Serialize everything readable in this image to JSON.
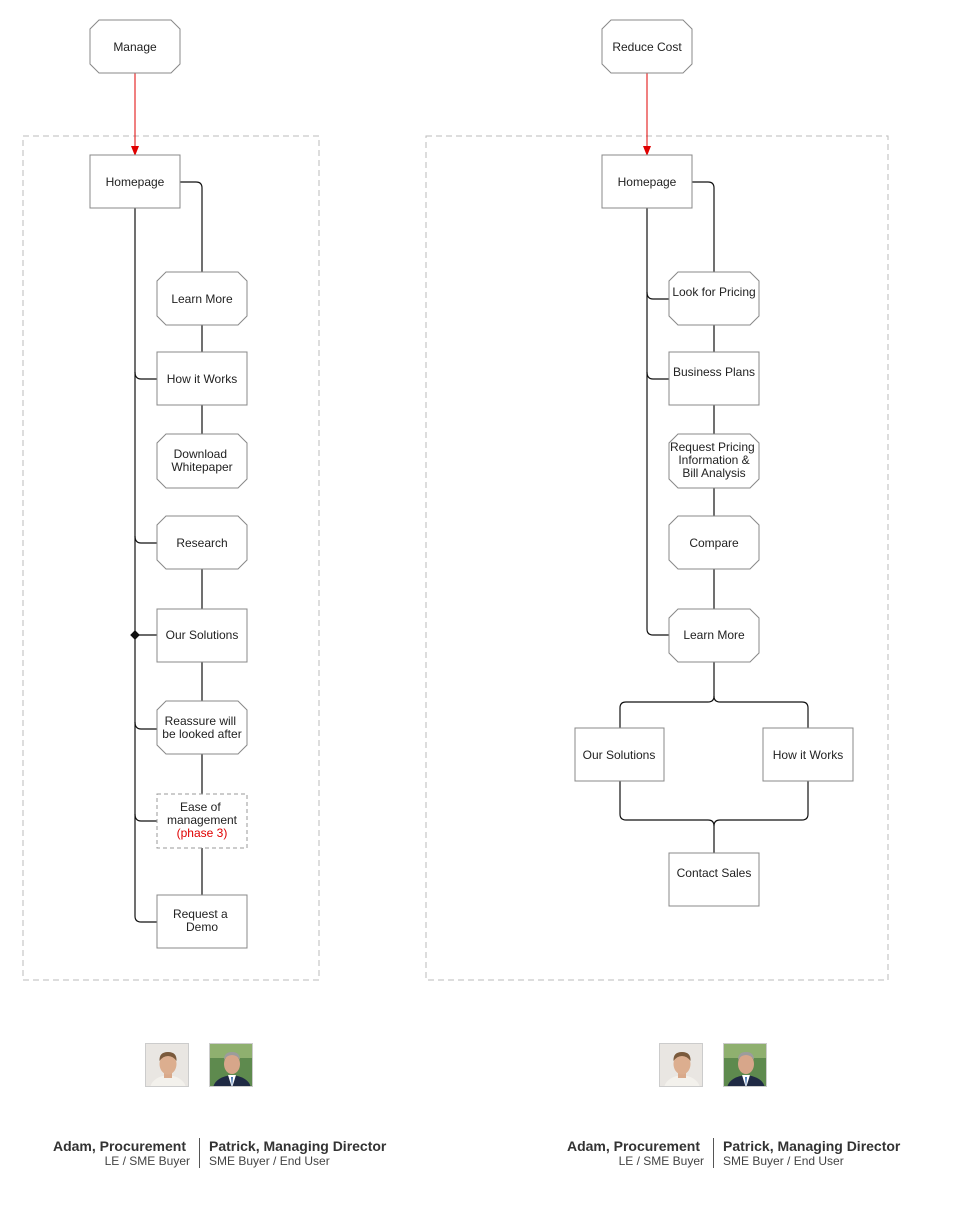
{
  "flows": [
    {
      "id": "left",
      "start": "Manage",
      "home": "Homepage",
      "steps": [
        "Learn More",
        "How it Works",
        "Download Whitepaper",
        "Research",
        "Our Solutions",
        "Reassure will be looked after",
        "Ease of management",
        "Request a Demo"
      ],
      "annotation": "(phase 3)"
    },
    {
      "id": "right",
      "start": "Reduce Cost",
      "home": "Homepage",
      "steps": [
        "Look for Pricing",
        "Business Plans",
        "Request Pricing Information & Bill Analysis",
        "Compare",
        "Learn More",
        "Our Solutions",
        "How it Works",
        "Contact Sales"
      ]
    }
  ],
  "personas": [
    {
      "left": {
        "name": "Adam, Procurement",
        "role": "LE / SME Buyer"
      },
      "right": {
        "name": "Patrick, Managing Director",
        "role": "SME Buyer / End User"
      }
    },
    {
      "left": {
        "name": "Adam, Procurement",
        "role": "LE / SME Buyer"
      },
      "right": {
        "name": "Patrick, Managing Director",
        "role": "SME Buyer / End User"
      }
    }
  ],
  "colors": {
    "arrow": "#e00000",
    "annotation": "#e00000",
    "line": "#111111",
    "node_border": "#888888",
    "container_border": "#bbbbbb"
  }
}
